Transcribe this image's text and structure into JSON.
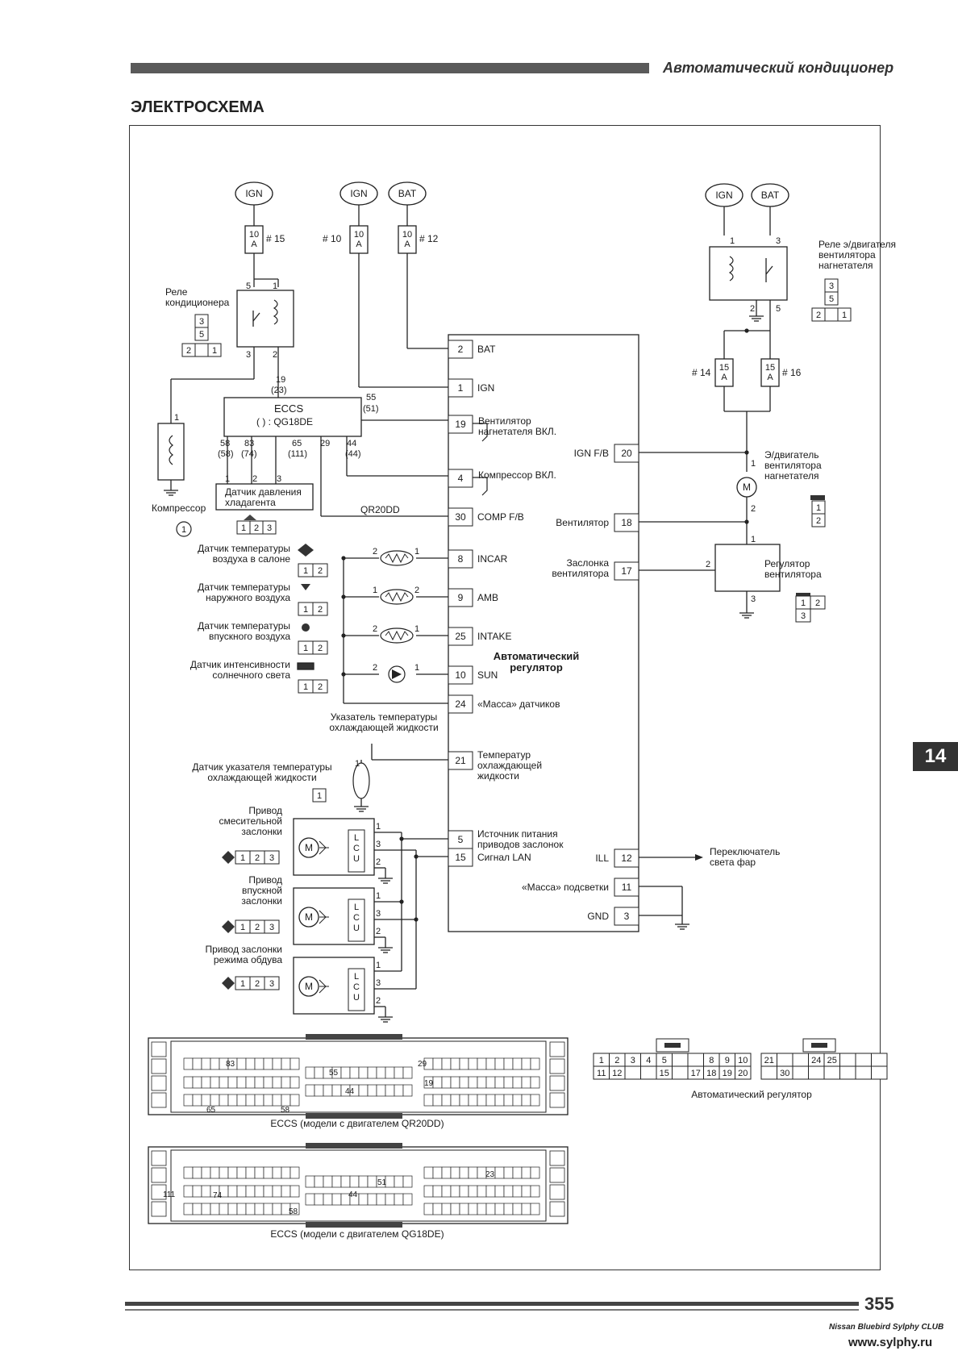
{
  "header": {
    "title": "Автоматический кондиционер"
  },
  "section_title": "ЭЛЕКТРОСХЕМА",
  "chapter_tab": "14",
  "page_number": "355",
  "footer": {
    "club": "Nissan Bluebird Sylphy CLUB",
    "site": "www.sylphy.ru"
  },
  "diagram": {
    "power": {
      "ign": "IGN",
      "bat": "BAT",
      "fuse_10a": "10\nA",
      "fuse_15a": "15\nA",
      "f15": "# 15",
      "f10": "# 10",
      "f12": "# 12",
      "f14": "# 14",
      "f16": "# 16"
    },
    "ac_relay": {
      "label": "Реле\nкондиционера",
      "conn": [
        "3",
        "5",
        "2",
        "1"
      ],
      "pins": [
        "5",
        "1",
        "3",
        "2"
      ]
    },
    "fan_relay": {
      "label": "Реле э/двигателя\nвентилятора\nнагнетателя",
      "conn": [
        "3",
        "5",
        "2",
        "1"
      ],
      "pins": [
        "1",
        "3",
        "2",
        "5"
      ]
    },
    "ecm": {
      "title": "ECCS",
      "sub": "(   ) : QG18DE",
      "qr": "QR20DD",
      "pins": {
        "p19": "19",
        "p23": "(23)",
        "p55": "55",
        "p51": "(51)",
        "p58": "58",
        "p58b": "(58)",
        "p83": "83",
        "p74": "(74)",
        "p65": "65",
        "p111": "(111)",
        "p29": "29",
        "p44": "44",
        "p44b": "(44)"
      }
    },
    "compressor": {
      "label": "Компрессор",
      "pin": "1",
      "conn": "1"
    },
    "pressure_sensor": {
      "label": "Датчик давления\nхладагента",
      "pins": [
        "1",
        "2",
        "3"
      ],
      "conn": [
        "1",
        "2",
        "3"
      ]
    },
    "sensors": [
      {
        "label": "Датчик температуры\nвоздуха в салоне",
        "pins": [
          "2",
          "1"
        ],
        "conn": [
          "1",
          "2"
        ]
      },
      {
        "label": "Датчик температуры\nнаружного воздуха",
        "pins": [
          "1",
          "2"
        ],
        "conn": [
          "1",
          "2"
        ]
      },
      {
        "label": "Датчик температуры\nвпускного воздуха",
        "pins": [
          "2",
          "1"
        ],
        "conn": [
          "1",
          "2"
        ]
      },
      {
        "label": "Датчик интенсивности\nсолнечного света",
        "pins": [
          "2",
          "1"
        ],
        "conn": [
          "1",
          "2"
        ]
      }
    ],
    "coolant": {
      "indicator": "Указатель температуры\nохлаждающей жидкости",
      "sensor": "Датчик указателя температуры\nохлаждающей жидкости",
      "pin": "1",
      "conn": "1"
    },
    "actuators": [
      {
        "label": "Привод\nсмесительной\nзаслонки",
        "conn": [
          "1",
          "2",
          "3"
        ],
        "pins": [
          "1",
          "3",
          "2"
        ],
        "motor": "M",
        "lcu": "L\nC\nU"
      },
      {
        "label": "Привод\nвпускной\nзаслонки",
        "conn": [
          "1",
          "2",
          "3"
        ],
        "pins": [
          "1",
          "3",
          "2"
        ],
        "motor": "M",
        "lcu": "L\nC\nU"
      },
      {
        "label": "Привод заслонки\nрежима обдува",
        "conn": [
          "1",
          "2",
          "3"
        ],
        "pins": [
          "1",
          "3",
          "2"
        ],
        "motor": "M",
        "lcu": "L\nC\nU"
      }
    ],
    "controller": {
      "label": "Автоматический\nрегулятор",
      "left_pins": [
        {
          "num": "2",
          "name": "BAT"
        },
        {
          "num": "1",
          "name": "IGN"
        },
        {
          "num": "19",
          "name": "Вентилятор\nнагнетателя ВКЛ."
        },
        {
          "num": "4",
          "name": "Компрессор ВКЛ."
        },
        {
          "num": "30",
          "name": "COMP F/B"
        },
        {
          "num": "8",
          "name": "INCAR"
        },
        {
          "num": "9",
          "name": "AMB"
        },
        {
          "num": "25",
          "name": "INTAKE"
        },
        {
          "num": "10",
          "name": "SUN"
        },
        {
          "num": "24",
          "name": "«Масса» датчиков"
        },
        {
          "num": "21",
          "name": "Температур\nохлаждающей\nжидкости"
        },
        {
          "num": "5",
          "name": "Источник питания\nприводов заслонок"
        },
        {
          "num": "15",
          "name": "Сигнал LAN"
        }
      ],
      "right_pins": [
        {
          "num": "20",
          "name": "IGN F/B"
        },
        {
          "num": "18",
          "name": "Вентилятор"
        },
        {
          "num": "17",
          "name": "Заслонка\nвентилятора"
        },
        {
          "num": "12",
          "name": "ILL"
        },
        {
          "num": "11",
          "name": "«Масса» подсветки"
        },
        {
          "num": "3",
          "name": "GND"
        }
      ]
    },
    "blower_motor": {
      "label": "Э/двигатель\nвентилятора\nнагнетателя",
      "pins": [
        "1",
        "2"
      ],
      "conn": [
        "1",
        "2"
      ],
      "motor": "M"
    },
    "fan_regulator": {
      "label": "Регулятор\nвентилятора",
      "pins": [
        "1",
        "2",
        "3"
      ],
      "conn": [
        "1",
        "2",
        "3"
      ]
    },
    "headlamp_switch": {
      "label": "Переключатель\nсвета фар"
    },
    "connectors": {
      "ecm_qr": {
        "caption": "ECCS (модели с двигателем QR20DD)",
        "pins": [
          "83",
          "55",
          "29",
          "44",
          "65",
          "58",
          "19"
        ]
      },
      "ecm_qg": {
        "caption": "ECCS (модели с двигателем QG18DE)",
        "pins": [
          "51",
          "23",
          "111",
          "74",
          "44",
          "58"
        ]
      },
      "ctrl": {
        "caption": "Автоматический регулятор",
        "row1a": [
          "1",
          "2",
          "3",
          "4",
          "5",
          "",
          "",
          "8",
          "9",
          "10"
        ],
        "row2a": [
          "11",
          "12",
          "",
          "",
          "15",
          "",
          "17",
          "18",
          "19",
          "20"
        ],
        "row1b": [
          "21",
          "",
          "",
          "24",
          "25",
          "",
          "",
          ""
        ],
        "row2b": [
          "",
          "30",
          "",
          "",
          "",
          "",
          "",
          ""
        ]
      }
    }
  }
}
